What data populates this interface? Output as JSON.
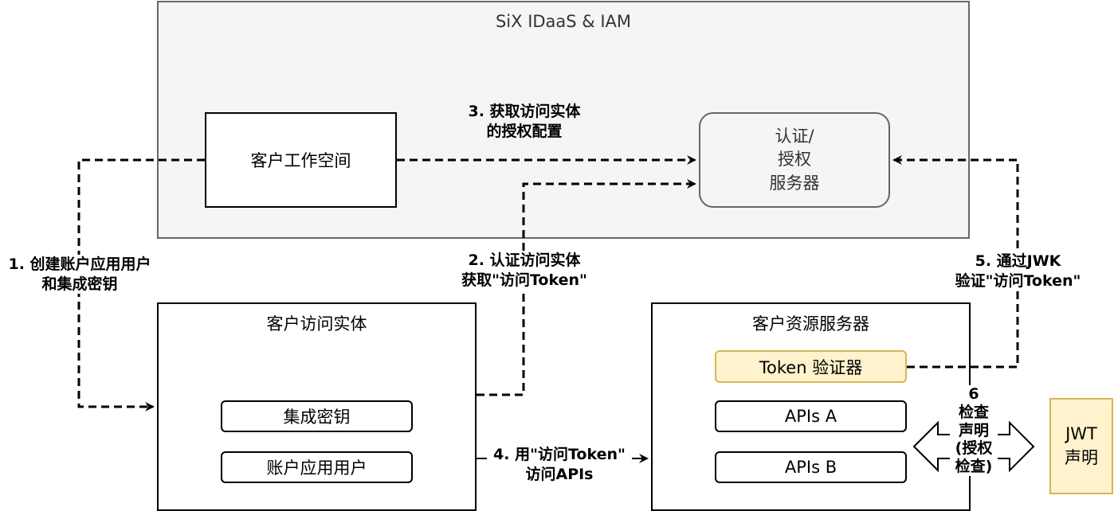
{
  "regions": {
    "iam_title": "SiX IDaaS & IAM",
    "customer_workspace": "客户工作空间",
    "auth_server": "认证/\n授权\n服务器",
    "access_entity_title": "客户访问实体",
    "integration_key": "集成密钥",
    "account_app_user": "账户应用用户",
    "resource_server_title": "客户资源服务器",
    "token_validator": "Token 验证器",
    "apis_a": "APIs A",
    "apis_b": "APIs B",
    "jwt_claim": "JWT\n声明"
  },
  "steps": {
    "step1": "1. 创建账户应用用户\n和集成密钥",
    "step2": "2. 认证访问实体\n获取\"访问Token\"",
    "step3": "3. 获取访问实体\n的授权配置",
    "step4": "4. 用\"访问Token\"\n访问APIs",
    "step5": "5. 通过JWK\n验证\"访问Token\"",
    "step6": "6\n检查\n声明\n(授权\n检查)"
  },
  "colors": {
    "iam_fill": "#f5f5f5",
    "iam_border": "#666666",
    "validator_fill": "#fff2cc",
    "validator_border": "#d6b656",
    "line": "#000000"
  }
}
